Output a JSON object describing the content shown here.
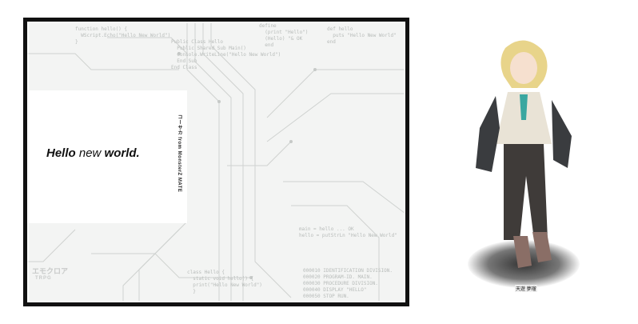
{
  "album": {
    "title_bold1": "Hello",
    "title_light": " new ",
    "title_bold2": "world.",
    "credit": "コーサカ from MonsterZ MATE",
    "logo_main": "エモクロア",
    "logo_sub": "TRPG",
    "code_lines": [
      "function hello() {\n  WScript.Echo(\"Hello New World\")\n}",
      "Public Class Hello\n  Public Shared Sub Main()\n  Console.WriteLine(\"Hello New World\")\n  End Sub\nEnd Class",
      "define\n  (print \"Hello\")\n  (Hello) \"& OK\n  end",
      "def hello\n  puts \"Hello New World\"\nend",
      "000010 IDENTIFICATION DIVISION.\n000020 PROGRAM-ID. MAIN.\n000030 PROCEDURE DIVISION.\n000040 DISPLAY \"HELLO\"\n000050 STOP RUN.",
      "main = hello ... OK\nhello = putStrLn \"Hello New World\"",
      "class Hello {\n  static void hello() {\n  print(\"Hello New World\")\n  }"
    ]
  },
  "character": {
    "name": "天遊 夢瑠"
  },
  "colors": {
    "frame": "#111111",
    "cover_bg": "#f3f4f3",
    "accent": "#3aa7a0"
  }
}
